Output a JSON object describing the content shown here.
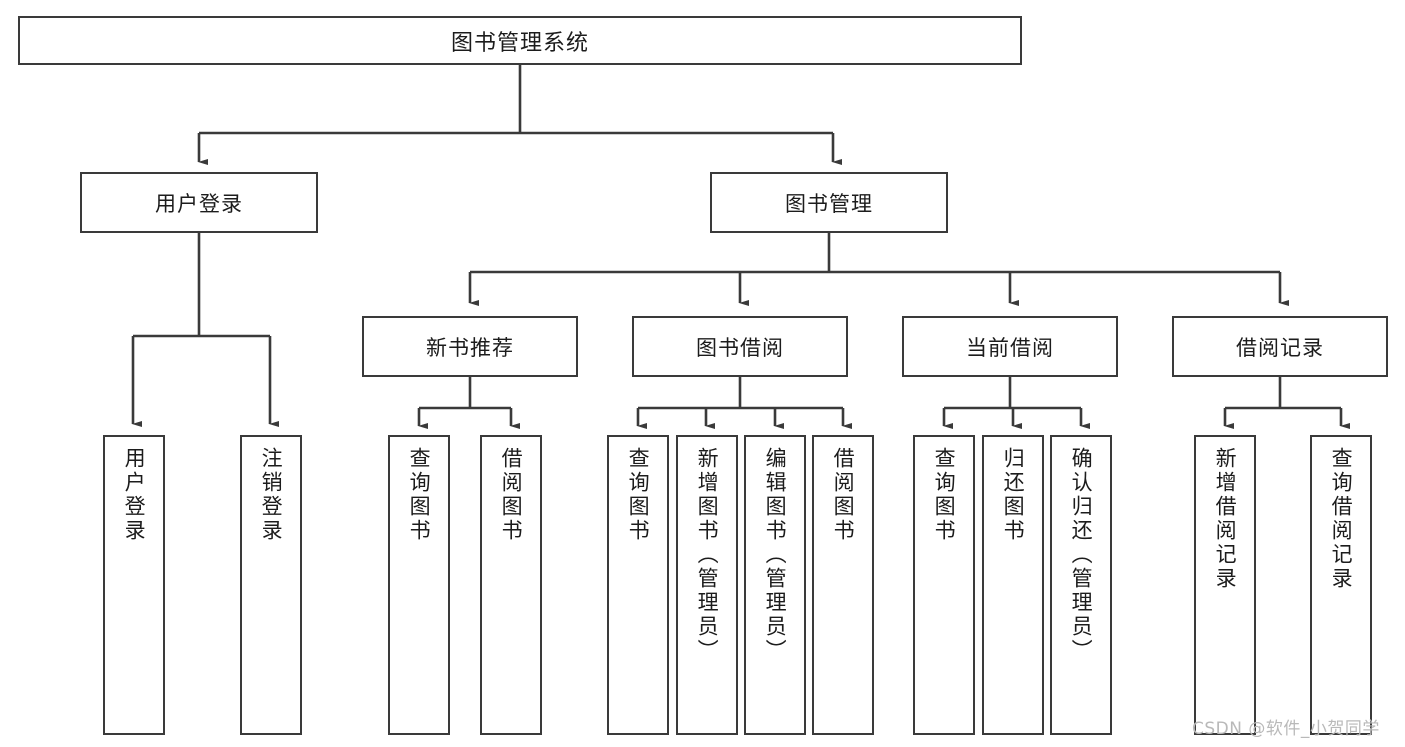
{
  "diagram": {
    "type": "tree",
    "title": "图书管理系统",
    "orientation": "top-down",
    "line_color": "#3a3a3a",
    "box_fill": "#ffffff",
    "text_color": "#1c1c1c",
    "root": {
      "id": "root",
      "label": "图书管理系统",
      "level": 0
    },
    "level1": [
      {
        "id": "user-login",
        "label": "用户登录"
      },
      {
        "id": "book-manage",
        "label": "图书管理"
      }
    ],
    "level2": [
      {
        "id": "new-book-rec",
        "label": "新书推荐",
        "parent": "book-manage"
      },
      {
        "id": "book-borrow",
        "label": "图书借阅",
        "parent": "book-manage"
      },
      {
        "id": "current-borrow",
        "label": "当前借阅",
        "parent": "book-manage"
      },
      {
        "id": "borrow-record",
        "label": "借阅记录",
        "parent": "book-manage"
      }
    ],
    "leaves": {
      "user_login": [
        {
          "id": "leaf-user-login",
          "label": "用户登录"
        },
        {
          "id": "leaf-user-logout",
          "label": "注销登录"
        }
      ],
      "new_book_rec": [
        {
          "id": "leaf-query-book-1",
          "label": "查询图书"
        },
        {
          "id": "leaf-borrow-book-1",
          "label": "借阅图书"
        }
      ],
      "book_borrow": [
        {
          "id": "leaf-query-book-2",
          "label": "查询图书"
        },
        {
          "id": "leaf-add-book",
          "label": "新增图书（管理员）"
        },
        {
          "id": "leaf-edit-book",
          "label": "编辑图书（管理员）"
        },
        {
          "id": "leaf-borrow-book-2",
          "label": "借阅图书"
        }
      ],
      "current_borrow": [
        {
          "id": "leaf-query-book-3",
          "label": "查询图书"
        },
        {
          "id": "leaf-return-book",
          "label": "归还图书"
        },
        {
          "id": "leaf-confirm-return",
          "label": "确认归还（管理员）"
        }
      ],
      "borrow_record": [
        {
          "id": "leaf-add-record",
          "label": "新增借阅记录"
        },
        {
          "id": "leaf-query-record",
          "label": "查询借阅记录"
        }
      ]
    }
  },
  "watermark": {
    "text": "CSDN @软件_小贺同学"
  }
}
